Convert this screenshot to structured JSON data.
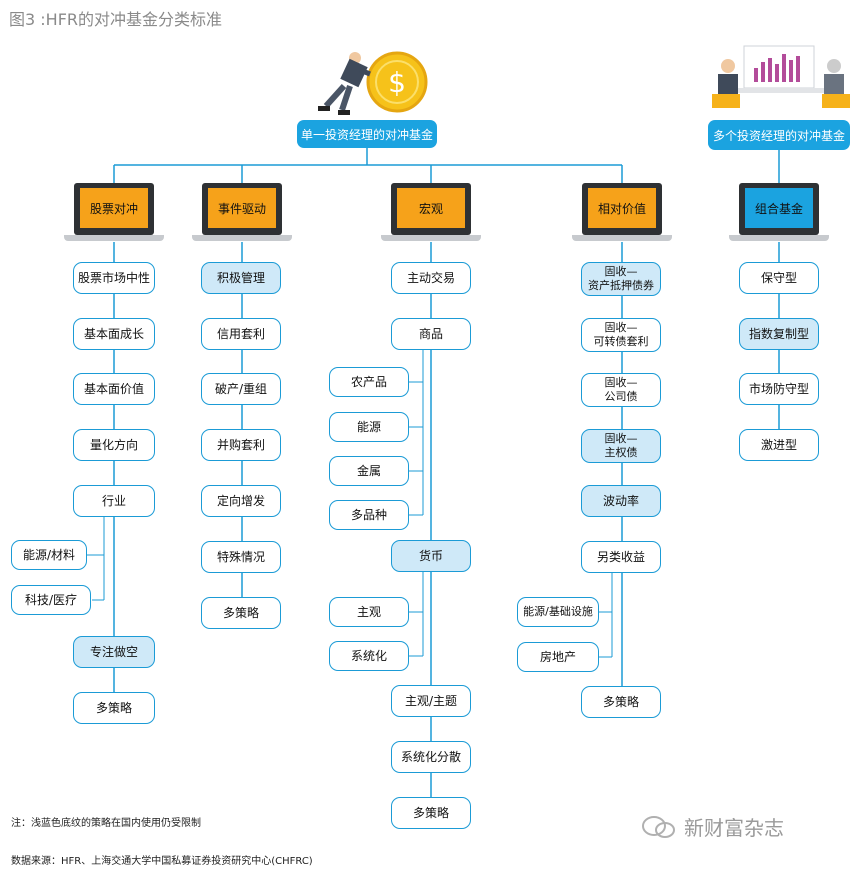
{
  "title": "图3 :HFR的对冲基金分类标准",
  "roots": {
    "single": "单一投资经理的对冲基金",
    "multi": "多个投资经理的对冲基金"
  },
  "columns": [
    {
      "id": "equity",
      "label": "股票对冲",
      "panel_color": "#f6a21a",
      "items": [
        "股票市场中性",
        "基本面成长",
        "基本面价值",
        "量化方向",
        "行业",
        "能源/材料",
        "科技/医疗",
        "专注做空",
        "多策略"
      ]
    },
    {
      "id": "event",
      "label": "事件驱动",
      "panel_color": "#f6a21a",
      "items": [
        "积极管理",
        "信用套利",
        "破产/重组",
        "并购套利",
        "定向增发",
        "特殊情况",
        "多策略"
      ]
    },
    {
      "id": "macro",
      "label": "宏观",
      "panel_color": "#f6a21a",
      "items": [
        "主动交易",
        "商品",
        "农产品",
        "能源",
        "金属",
        "多品种",
        "货币",
        "主观",
        "系统化",
        "主观/主题",
        "系统化分散",
        "多策略"
      ]
    },
    {
      "id": "relative",
      "label": "相对价值",
      "panel_color": "#f6a21a",
      "items": [
        "固收—\n资产抵押债券",
        "固收—\n可转债套利",
        "固收—\n公司债",
        "固收—\n主权债",
        "波动率",
        "另类收益",
        "能源/基础设施",
        "房地产",
        "多策略"
      ]
    },
    {
      "id": "fof",
      "label": "组合基金",
      "panel_color": "#1ba3e0",
      "items": [
        "保守型",
        "指数复制型",
        "市场防守型",
        "激进型"
      ]
    }
  ],
  "note": "注：浅蓝色底纹的策略在国内使用仍受限制",
  "source": "数据来源：HFR、上海交通大学中国私募证券投资研究中心(CHFRC)",
  "brand": "新财富杂志",
  "colors": {
    "line": "#1b9bd6",
    "highlight": "#cfe9f8",
    "root": "#1ba3e0",
    "panel": "#f6a21a"
  }
}
